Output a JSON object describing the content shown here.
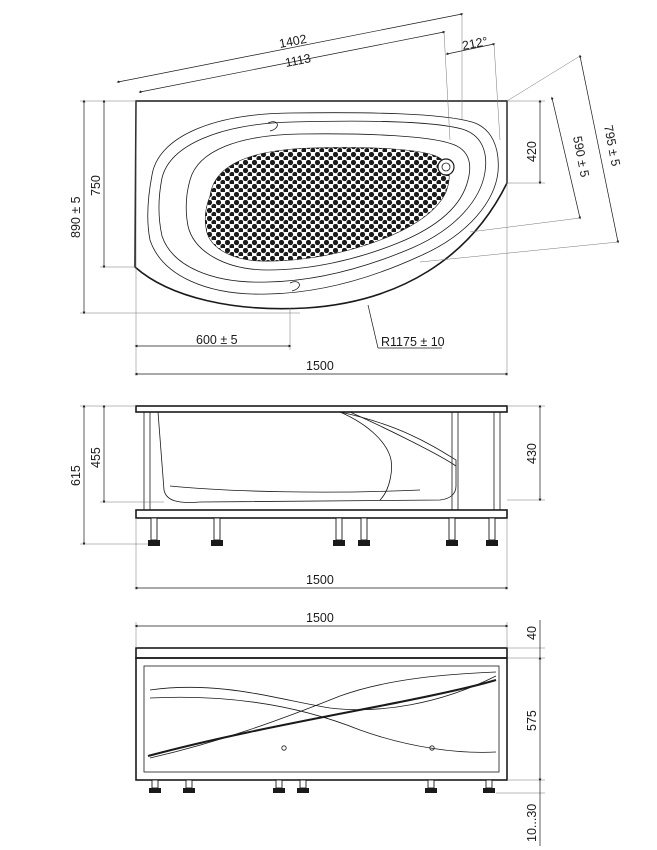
{
  "top_view": {
    "dim_1402": "1402",
    "dim_1113": "1113",
    "dim_212": "212°",
    "dim_795": "795 ± 5",
    "dim_590": "590 ± 5",
    "dim_420": "420",
    "dim_890": "890 ± 5",
    "dim_750": "750",
    "dim_600": "600 ± 5",
    "dim_r1175": "R1175 ± 10",
    "dim_1500": "1500"
  },
  "side_view": {
    "dim_615": "615",
    "dim_455": "455",
    "dim_430": "430",
    "dim_1500": "1500"
  },
  "front_view": {
    "dim_1500": "1500",
    "dim_40": "40",
    "dim_575": "575",
    "dim_10_30": "10...30"
  }
}
